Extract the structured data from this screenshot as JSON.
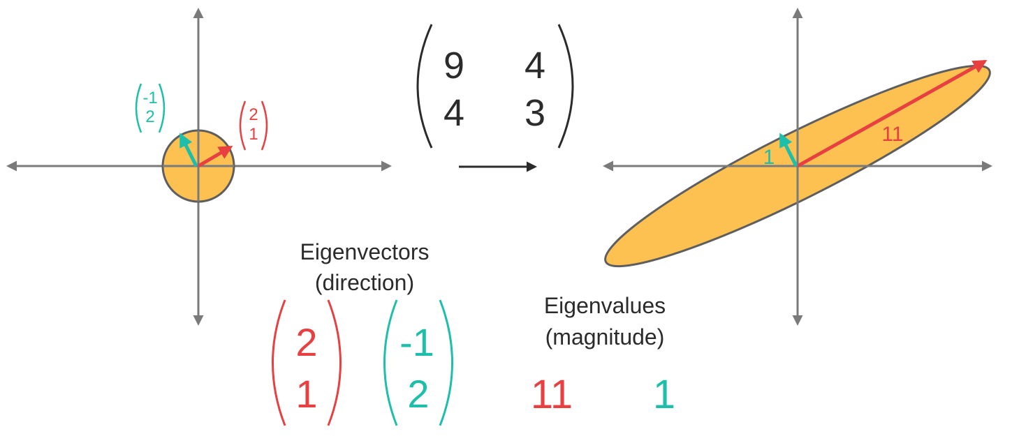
{
  "matrix": {
    "a11": "9",
    "a12": "4",
    "a21": "4",
    "a22": "3"
  },
  "left_plot": {
    "vec_red": {
      "top": "2",
      "bottom": "1"
    },
    "vec_teal": {
      "top": "-1",
      "bottom": "2"
    }
  },
  "right_plot": {
    "red_length_label": "11",
    "teal_length_label": "1"
  },
  "eigenvectors": {
    "title_line1": "Eigenvectors",
    "title_line2": "(direction)",
    "red": {
      "top": "2",
      "bottom": "1"
    },
    "teal": {
      "top": "-1",
      "bottom": "2"
    }
  },
  "eigenvalues": {
    "title_line1": "Eigenvalues",
    "title_line2": "(magnitude)",
    "red": "11",
    "teal": "1"
  },
  "colors": {
    "axis": "#7a7a7a",
    "fill": "#fcc150",
    "outline": "#5e5e5e",
    "red": "#e84040",
    "teal": "#1dbfaa",
    "text": "#2b2b2b"
  }
}
